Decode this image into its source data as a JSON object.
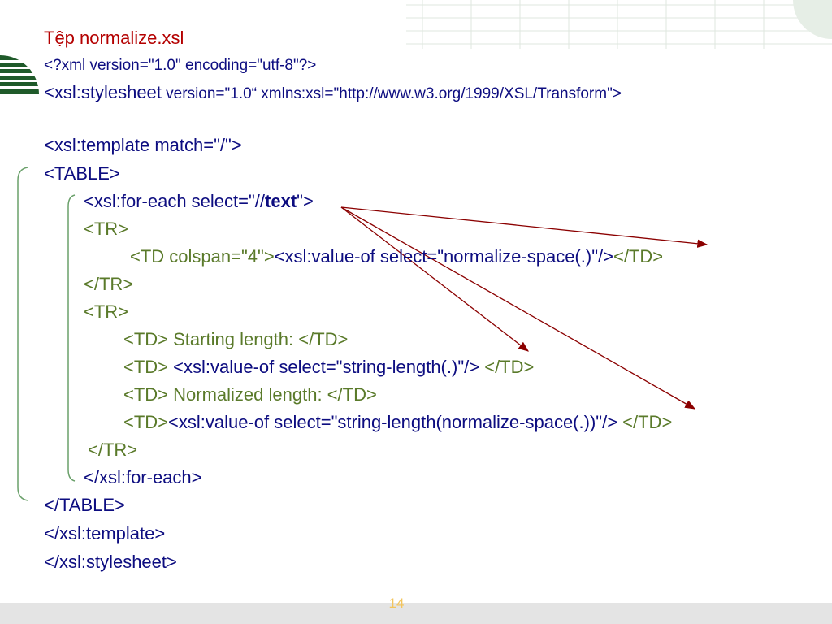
{
  "slide": {
    "title": "Tệp normalize.xsl",
    "page_number": "14",
    "code": {
      "l1": "<?xml version=\"1.0\" encoding=\"utf-8\"?>",
      "l2a": "<xsl:stylesheet",
      "l2b": " version=\"1.0“ xmlns:xsl=\"http://www.w3.org/1999/XSL/Transform\">",
      "l3": "<xsl:template match=\"/\">",
      "l4": "<TABLE>",
      "l5a": "<xsl:for-each select=\"//",
      "l5b": "text",
      "l5c": "\">",
      "l6": "<TR>",
      "l7a": "<TD colspan=\"4\">",
      "l7b": "<xsl:value-of select=\"normalize-space(.)\"/>",
      "l7c": "</TD>",
      "l8": "</TR>",
      "l9": "<TR>",
      "l10": "<TD> Starting length: </TD>",
      "l11a": "<TD> ",
      "l11b": "<xsl:value-of select=\"string-length(.)\"/>",
      "l11c": " </TD>",
      "l12": "<TD> Normalized length: </TD>",
      "l13a": "<TD>",
      "l13b": "<xsl:value-of select=\"string-length(normalize-space(.))\"/>",
      "l13c": " </TD>",
      "l14": "</TR>",
      "l15": "</xsl:for-each>",
      "l16": "</TABLE>",
      "l17": "</xsl:template>",
      "l18": "</xsl:stylesheet>"
    }
  },
  "colors": {
    "title": "#b40000",
    "code_blue": "#0d0d80",
    "code_green": "#5a7a2a",
    "arrow": "#8b0000",
    "decor_green": "#1f5a2a",
    "page_number": "#f3c55d"
  }
}
